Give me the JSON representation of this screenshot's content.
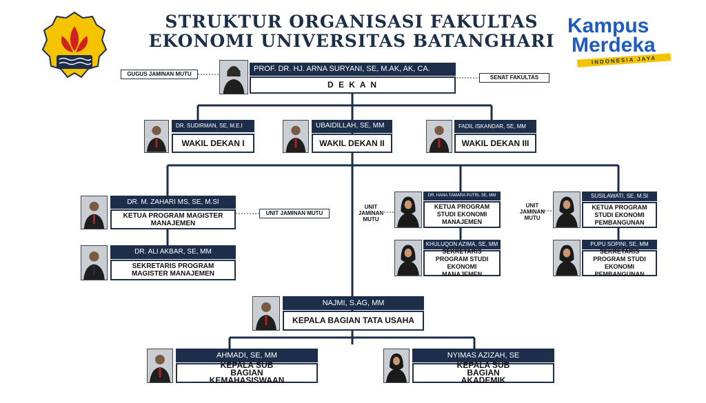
{
  "header": {
    "title_line1": "STRUKTUR ORGANISASI FAKULTAS",
    "title_line2": "EKONOMI UNIVERSITAS BATANGHARI",
    "logo_right_line1": "Kampus",
    "logo_right_line2": "Merdeka",
    "logo_right_tagline": "INDONESIA JAYA"
  },
  "side_labels": {
    "gugus": "GUGUS JAMINAN MUTU",
    "senat": "SENAT FAKULTAS",
    "unit_mm": "UNIT JAMINAN MUTU",
    "unit_ekm_l1": "UNIT",
    "unit_ekm_l2": "JAMINAN",
    "unit_ekm_l3": "MUTU",
    "unit_ep_l1": "UNIT",
    "unit_ep_l2": "JAMINAN",
    "unit_ep_l3": "MUTU"
  },
  "dekan": {
    "name": "PROF. DR. HJ. ARNA SURYANI, SE, M.AK, AK, CA.",
    "role": "D E K A N"
  },
  "wd1": {
    "name": "DR. SUDIRMAN, SE, M.E.I",
    "role": "WAKIL DEKAN I"
  },
  "wd2": {
    "name": "UBAIDILLAH, SE, MM",
    "role": "WAKIL DEKAN II"
  },
  "wd3": {
    "name": "FADIL ISKANDAR, SE, MM",
    "role": "WAKIL DEKAN III"
  },
  "kpmm": {
    "name": "DR. M. ZAHARI MS, SE, M.SI",
    "role": "KETUA PROGRAM MAGISTER MANAJEMEN"
  },
  "spmm": {
    "name": "DR. ALI AKBAR, SE, MM",
    "role": "SEKRETARIS PROGRAM MAGISTER MANAJEMEN"
  },
  "kpem": {
    "name": "DR. HANA TAMARA PUTRI, SE, MM",
    "role": "KETUA PROGRAM STUDI EKONOMI MANAJEMEN"
  },
  "spem": {
    "name": "KHULUQON AZIMA, SE, MM",
    "role": "SEKRETARIS PROGRAM STUDI EKONOMI MANAJEMEN"
  },
  "kpep": {
    "name": "SUSILAWATI, SE, M.SI",
    "role": "KETUA PROGRAM STUDI EKONOMI PEMBANGUNAN"
  },
  "spep": {
    "name": "PUPU SOPINI, SE, MM",
    "role": "SEKRETARIS PROGRAM STUDI EKONOMI PEMBANGUNAN"
  },
  "kbtu": {
    "name": "NAJMI, S.AG, MM",
    "role": "KEPALA BAGIAN TATA USAHA"
  },
  "ksbk": {
    "name": "AHMADI, SE, MM",
    "role": "KEPALA SUB BAGIAN KEMAHASISWAAN"
  },
  "ksba": {
    "name": "NYIMAS AZIZAH, SE",
    "role": "KEPALA SUB BAGIAN AKADEMIK"
  },
  "colors": {
    "navy": "#1c2e4a",
    "accent_yellow": "#f5c400",
    "brand_blue": "#1e5bbf"
  }
}
